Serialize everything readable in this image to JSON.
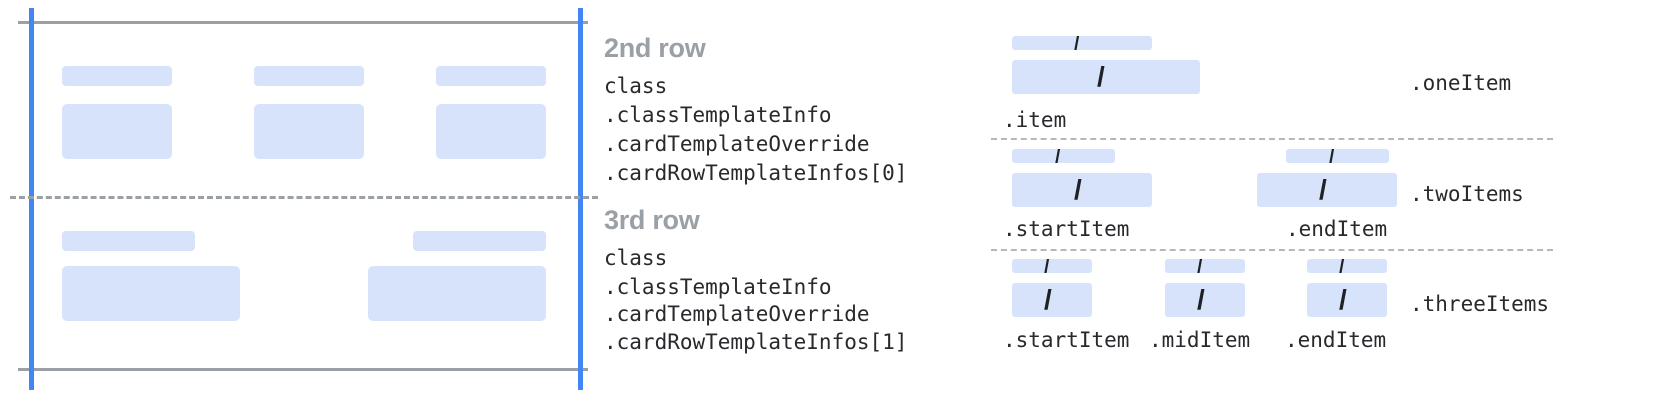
{
  "diagram": {
    "type": "annotated-layout-diagram",
    "accent_blue": "#4285f4",
    "block_fill": "#d7e3fb",
    "rule_gray": "#9aa0a6",
    "text_dark": "#27292c",
    "title_gray": "#9aa0a6",
    "left_panel": {
      "rows": [
        {
          "name": "2nd row",
          "cells": [
            {
              "label_bar": true,
              "body_bar": true
            },
            {
              "label_bar": true,
              "body_bar": true
            },
            {
              "label_bar": true,
              "body_bar": true
            }
          ]
        },
        {
          "name": "3rd row",
          "cells": [
            {
              "label_bar": true,
              "body_bar": true
            },
            {
              "label_bar": true,
              "body_bar": true
            }
          ]
        }
      ]
    },
    "middle_annotations": [
      {
        "title": "2nd row",
        "lines": [
          "class",
          ".classTemplateInfo",
          ".cardTemplateOverride",
          ".cardRowTemplateInfos[0]"
        ]
      },
      {
        "title": "3rd row",
        "lines": [
          "class",
          ".classTemplateInfo",
          ".cardTemplateOverride",
          ".cardRowTemplateInfos[1]"
        ]
      }
    ],
    "right_panel": {
      "groups": [
        {
          "right_label": ".oneItem",
          "items": [
            {
              "caption": ".item",
              "glyph": "/"
            }
          ]
        },
        {
          "right_label": ".twoItems",
          "items": [
            {
              "caption": ".startItem",
              "glyph": "/"
            },
            {
              "caption": ".endItem",
              "glyph": "/"
            }
          ]
        },
        {
          "right_label": ".threeItems",
          "items": [
            {
              "caption": ".startItem",
              "glyph": "/"
            },
            {
              "caption": ".midItem",
              "glyph": "/"
            },
            {
              "caption": ".endItem",
              "glyph": "/"
            }
          ]
        }
      ]
    }
  }
}
